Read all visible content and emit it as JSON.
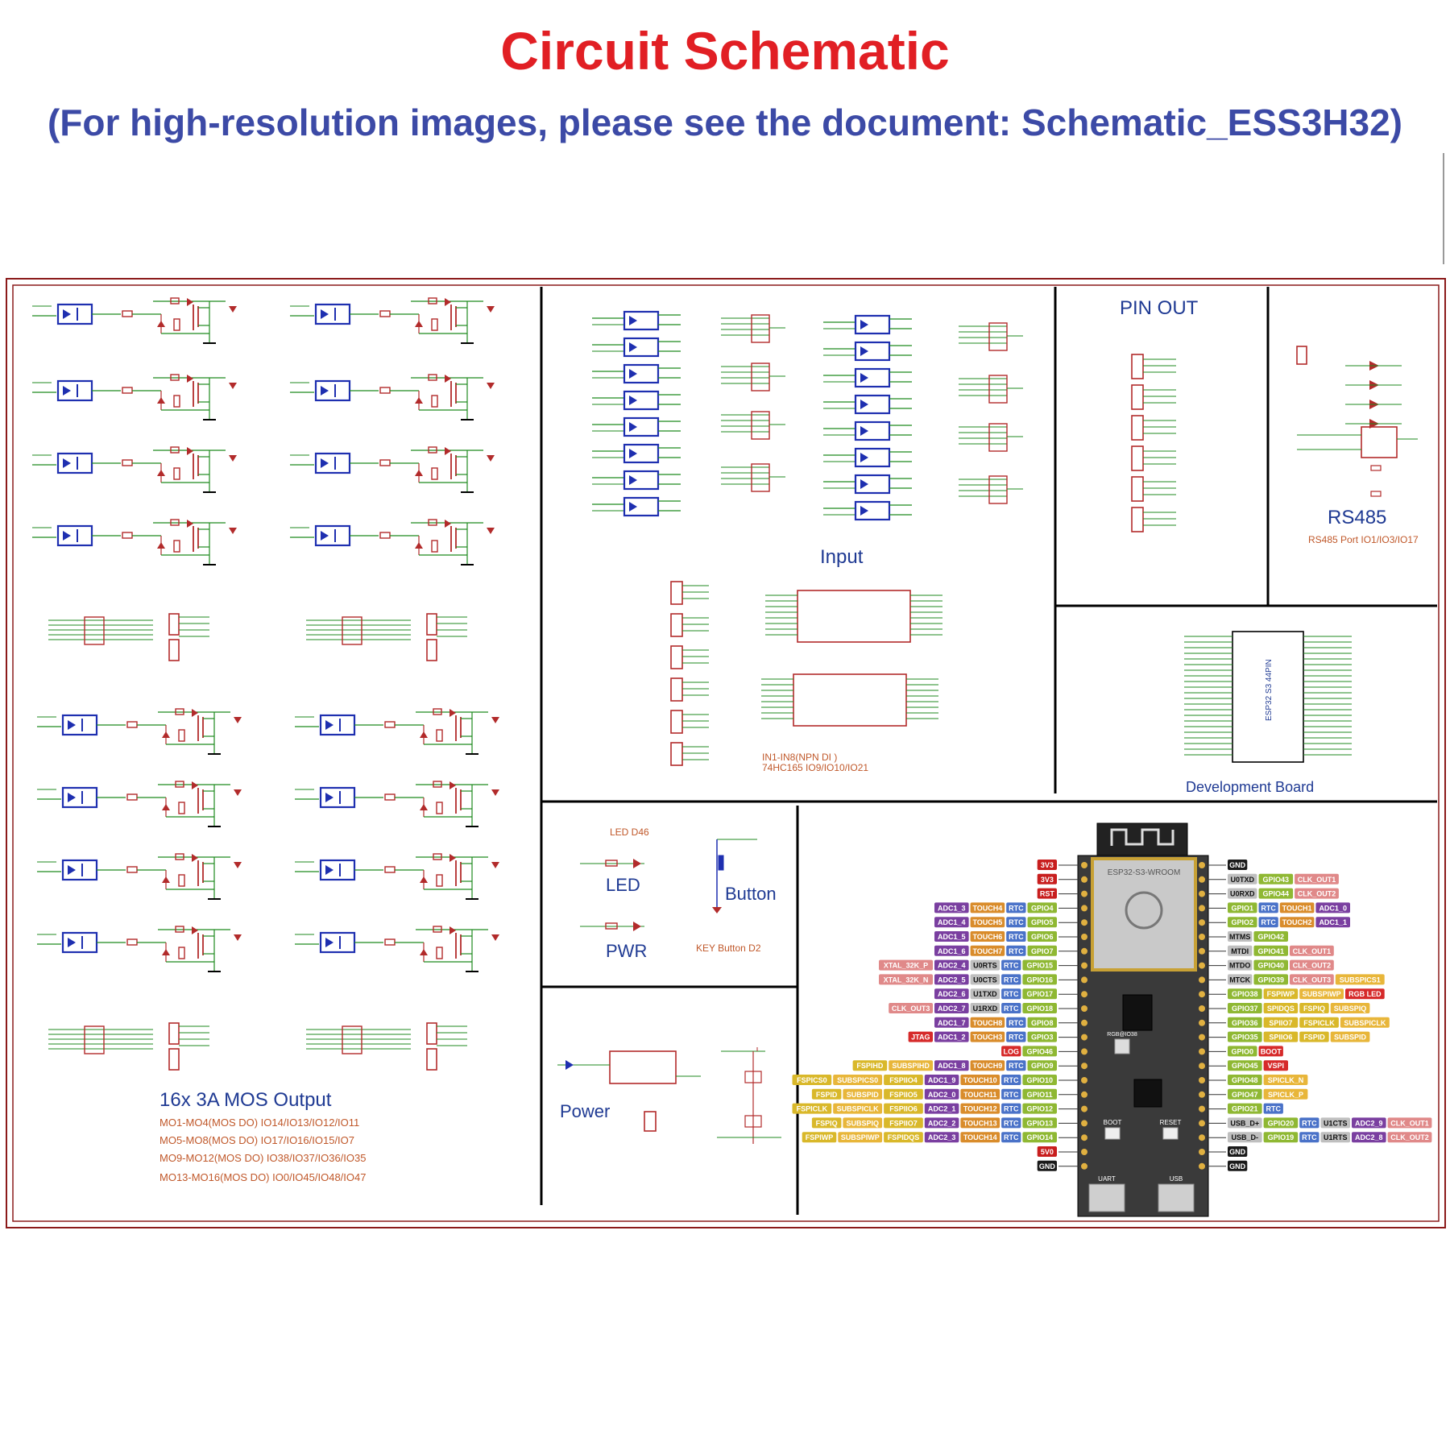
{
  "header": {
    "title": "Circuit Schematic",
    "subtitle": "(For high-resolution images, please see the document: Schematic_ESS3H32)"
  },
  "colors": {
    "title": "#e11f24",
    "subtitle": "#3c4aa6",
    "frame": "#8b1a1a",
    "wire": "#1f8a1f",
    "component": "#b22b2b",
    "opto": "#1e2fb0",
    "section_label": "#1f3a93",
    "note": "#c0582a"
  },
  "mos_output": {
    "title": "16x 3A MOS Output",
    "notes": [
      "MO1-MO4(MOS DO) IO14/IO13/IO12/IO11",
      "MO5-MO8(MOS DO) IO17/IO16/IO15/IO7",
      "MO9-MO12(MOS DO) IO38/IO37/IO36/IO35",
      "MO13-MO16(MOS DO) IO0/IO45/IO48/IO47"
    ]
  },
  "input": {
    "title": "Input",
    "notes": [
      "IN1-IN8(NPN DI )",
      "74HC165 IO9/IO10/IO21"
    ]
  },
  "pin_out": {
    "title": "PIN OUT"
  },
  "rs485": {
    "title": "RS485",
    "note": "RS485 Port IO1/IO3/IO17"
  },
  "dev_board": {
    "title": "Development Board",
    "chip_label": "ESP32 S3 44PIN"
  },
  "led": {
    "title": "LED",
    "label2": "PWR",
    "note": "LED D46"
  },
  "button": {
    "title": "Button",
    "note": "KEY Button D2"
  },
  "power": {
    "title": "Power"
  },
  "module": {
    "name": "ESP32-S3-WROOM",
    "boot": "BOOT",
    "reset": "RESET",
    "uart": "UART",
    "usb": "USB",
    "rgb": "RGB@IO38",
    "left_pins": [
      [
        "3V3"
      ],
      [
        "3V3"
      ],
      [
        "RST"
      ],
      [
        "ADC1_3",
        "TOUCH4",
        "RTC",
        "GPIO4"
      ],
      [
        "ADC1_4",
        "TOUCH5",
        "RTC",
        "GPIO5"
      ],
      [
        "ADC1_5",
        "TOUCH6",
        "RTC",
        "GPIO6"
      ],
      [
        "ADC1_6",
        "TOUCH7",
        "RTC",
        "GPIO7"
      ],
      [
        "XTAL_32K_P",
        "ADC2_4",
        "U0RTS",
        "RTC",
        "GPIO15"
      ],
      [
        "XTAL_32K_N",
        "ADC2_5",
        "U0CTS",
        "RTC",
        "GPIO16"
      ],
      [
        "ADC2_6",
        "U1TXD",
        "RTC",
        "GPIO17"
      ],
      [
        "CLK_OUT3",
        "ADC2_7",
        "U1RXD",
        "RTC",
        "GPIO18"
      ],
      [
        "ADC1_7",
        "TOUCH8",
        "RTC",
        "GPIO8"
      ],
      [
        "JTAG",
        "ADC1_2",
        "TOUCH3",
        "RTC",
        "GPIO3"
      ],
      [
        "LOG",
        "GPIO46"
      ],
      [
        "FSPIHD",
        "SUBSPIHD",
        "ADC1_8",
        "TOUCH9",
        "RTC",
        "GPIO9"
      ],
      [
        "FSPICS0",
        "SUBSPICS0",
        "FSPIIO4",
        "ADC1_9",
        "TOUCH10",
        "RTC",
        "GPIO10"
      ],
      [
        "FSPID",
        "SUBSPID",
        "FSPIIO5",
        "ADC2_0",
        "TOUCH11",
        "RTC",
        "GPIO11"
      ],
      [
        "FSPICLK",
        "SUBSPICLK",
        "FSPIIO6",
        "ADC2_1",
        "TOUCH12",
        "RTC",
        "GPIO12"
      ],
      [
        "FSPIQ",
        "SUBSPIQ",
        "FSPIIO7",
        "ADC2_2",
        "TOUCH13",
        "RTC",
        "GPIO13"
      ],
      [
        "FSPIWP",
        "SUBSPIWP",
        "FSPIDQS",
        "ADC2_3",
        "TOUCH14",
        "RTC",
        "GPIO14"
      ],
      [
        "5V0"
      ],
      [
        "GND"
      ]
    ],
    "right_pins": [
      [
        "GND"
      ],
      [
        "U0TXD",
        "GPIO43",
        "CLK_OUT1"
      ],
      [
        "U0RXD",
        "GPIO44",
        "CLK_OUT2"
      ],
      [
        "GPIO1",
        "RTC",
        "TOUCH1",
        "ADC1_0"
      ],
      [
        "GPIO2",
        "RTC",
        "TOUCH2",
        "ADC1_1"
      ],
      [
        "MTMS",
        "GPIO42"
      ],
      [
        "MTDI",
        "GPIO41",
        "CLK_OUT1"
      ],
      [
        "MTDO",
        "GPIO40",
        "CLK_OUT2"
      ],
      [
        "MTCK",
        "GPIO39",
        "CLK_OUT3",
        "SUBSPICS1"
      ],
      [
        "GPIO38",
        "FSPIWP",
        "SUBSPIWP",
        "RGB LED"
      ],
      [
        "GPIO37",
        "SPIDQS",
        "FSPIQ",
        "SUBSPIQ"
      ],
      [
        "GPIO36",
        "SPIIO7",
        "FSPICLK",
        "SUBSPICLK"
      ],
      [
        "GPIO35",
        "SPIIO6",
        "FSPID",
        "SUBSPID"
      ],
      [
        "GPIO0",
        "BOOT"
      ],
      [
        "GPIO45",
        "VSPI"
      ],
      [
        "GPIO48",
        "SPICLK_N"
      ],
      [
        "GPIO47",
        "SPICLK_P"
      ],
      [
        "GPIO21",
        "RTC"
      ],
      [
        "USB_D+",
        "GPIO20",
        "RTC",
        "U1CTS",
        "ADC2_9",
        "CLK_OUT1"
      ],
      [
        "USB_D-",
        "GPIO19",
        "RTC",
        "U1RTS",
        "ADC2_8",
        "CLK_OUT2"
      ],
      [
        "GND"
      ],
      [
        "GND"
      ]
    ]
  }
}
